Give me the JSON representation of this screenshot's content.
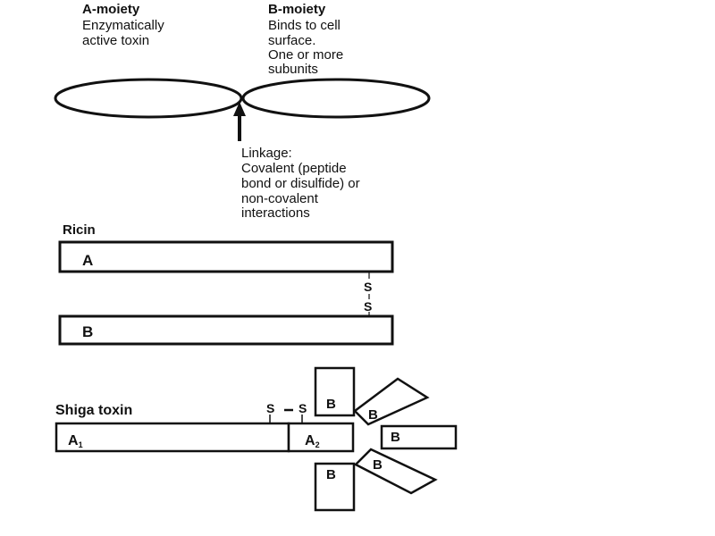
{
  "a_moiety": {
    "title": "A-moiety",
    "lines": [
      "Enzymatically",
      "active toxin"
    ]
  },
  "b_moiety": {
    "title": "B-moiety",
    "lines": [
      "Binds to cell",
      "surface.",
      "One or more",
      "subunits"
    ]
  },
  "linkage": {
    "lines": [
      "Linkage:",
      "Covalent (peptide",
      "bond or disulfide) or",
      "non-covalent",
      "interactions"
    ]
  },
  "ricin": {
    "title": "Ricin",
    "chain_a": "A",
    "chain_b": "B",
    "disulfide_s1": "S",
    "disulfide_s2": "S"
  },
  "shiga": {
    "title": "Shiga toxin",
    "a1_main": "A",
    "a1_sub": "1",
    "a2_main": "A",
    "a2_sub": "2",
    "s_left": "S",
    "s_right": "S",
    "b_subunit_label": "B"
  }
}
